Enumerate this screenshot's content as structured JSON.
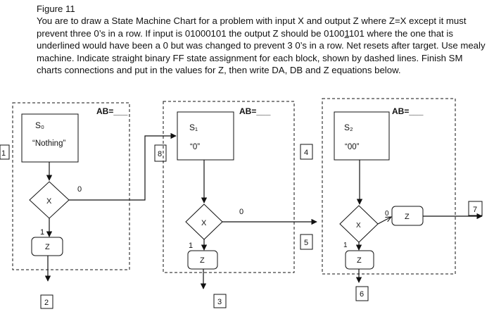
{
  "heading": {
    "figure": "Figure 11",
    "text_before": "You are to draw a State Machine Chart for a problem with input X and output Z where Z=X except it must prevent three 0’s in a row.  If input is 01000101 the output Z should be 0100",
    "underlined": "1",
    "text_after": "101 where the one that is underlined would have been a 0 but was changed to prevent 3 0’s in a row.  Net resets after target. Use mealy machine.  Indicate straight binary FF state assignment for each block, shown by dashed lines. Finish SM charts connections and put in the values for Z, then write DA, DB and Z equations below."
  },
  "diagram": {
    "ab_labels": [
      "AB=___",
      "AB=___",
      "AB=___"
    ],
    "states": [
      {
        "name": "S₀",
        "output": "“Nothing”"
      },
      {
        "name": "S₁",
        "output": "“0”"
      },
      {
        "name": "S₂",
        "output": "“00”"
      }
    ],
    "decision_label": "X",
    "output_box_label": "Z",
    "branch_zero": "0",
    "branch_one": "1",
    "connectors": [
      "1",
      "2",
      "3",
      "4",
      "5",
      "6",
      "7",
      "8"
    ]
  }
}
